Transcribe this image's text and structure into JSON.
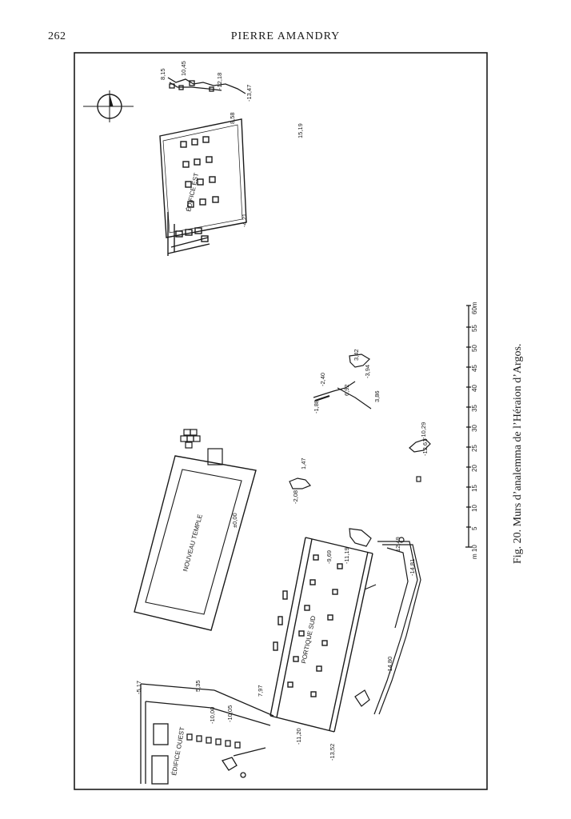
{
  "header": {
    "page_number": "262",
    "running_head": "PIERRE AMANDRY"
  },
  "caption": {
    "number": "Fig. 20.",
    "text": "Murs d’analemma de l’Héraion d’Argos."
  },
  "plan_labels": {
    "edifice_est": "ÉDIFICE EST",
    "nouveau_temple": "NOUVEAU TEMPLE",
    "portique_sud": "PORTIQUE SUD",
    "edifice_ouest": "ÉDIFICE OUEST"
  },
  "elevations": {
    "e1": "8,15",
    "e2": "10,45",
    "e3": "-12,18",
    "e4": "-13,47",
    "e5": "8,58",
    "e6": "15,19",
    "e7": "-4,21",
    "e8": "-2,40",
    "e9": "-1,88",
    "e10": "3,42",
    "e11": "6,92",
    "e12": "-3,94",
    "e13": "3,86",
    "e14": "-10,29",
    "e15": "-12,61",
    "e16": "1,47",
    "e17": "-2,08",
    "e18": "±0,00",
    "e19": "-9,69",
    "e20": "-11,19",
    "e21": "12,49",
    "e22": "-14,81",
    "e23": "-14,80",
    "e24": "-5,17",
    "e25": "5,35",
    "e26": "7,97",
    "e27": "-10,00",
    "e28": "-10,05",
    "e29": "-11,20",
    "e30": "-13,52"
  },
  "scale_bar": {
    "unit_start": "m 10",
    "labels": [
      "5",
      "10",
      "15",
      "20",
      "25",
      "30",
      "35",
      "40",
      "45",
      "50",
      "55",
      "60m"
    ]
  }
}
